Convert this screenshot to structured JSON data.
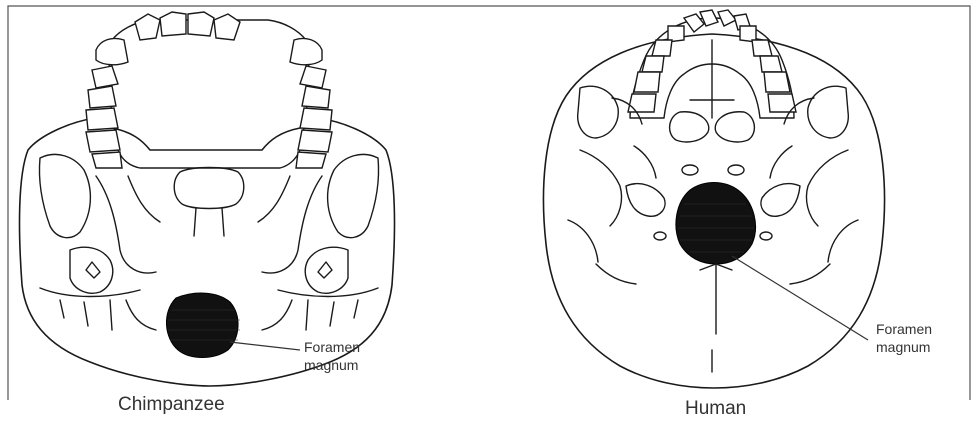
{
  "figure": {
    "left_panel": {
      "caption": "Chimpanzee",
      "callout_line1": "Foramen",
      "callout_line2": "magnum"
    },
    "right_panel": {
      "caption": "Human",
      "callout_line1": "Foramen",
      "callout_line2": "magnum"
    }
  },
  "colors": {
    "line": "#1a1a1a",
    "foramen_fill": "#111111",
    "background": "#ffffff"
  }
}
